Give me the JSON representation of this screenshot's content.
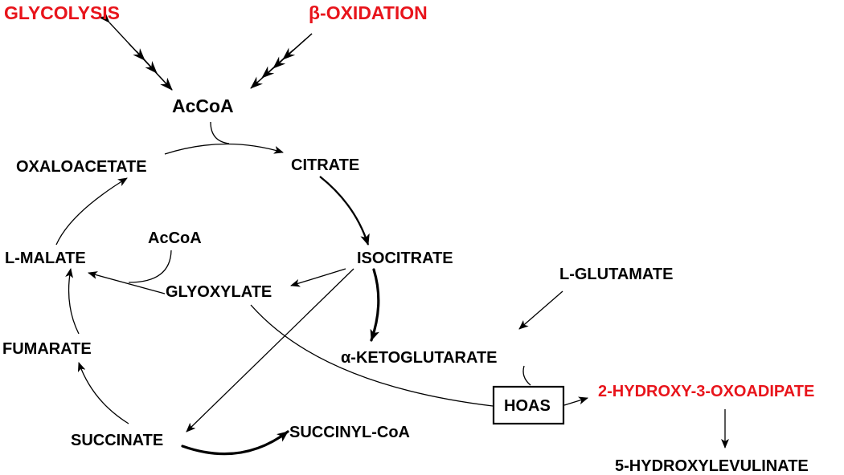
{
  "colors": {
    "text": "#000000",
    "highlight": "#e8141b",
    "background": "#ffffff"
  },
  "labels": {
    "glycolysis": "GLYCOLYSIS",
    "beta_oxidation": "β-OXIDATION",
    "accoa_top": "AcCoA",
    "oxaloacetate": "OXALOACETATE",
    "citrate": "CITRATE",
    "accoa_mid": "AcCoA",
    "l_malate": "L-MALATE",
    "isocitrate": "ISOCITRATE",
    "glyoxylate": "GLYOXYLATE",
    "l_glutamate": "L-GLUTAMATE",
    "fumarate": "FUMARATE",
    "alpha_ketoglutarate": "α-KETOGLUTARATE",
    "hoas": "HOAS",
    "hydroxy_oxoadipate": "2-HYDROXY-3-OXOADIPATE",
    "succinate": "SUCCINATE",
    "succinyl_coa": "SUCCINYL-CoA",
    "hydroxylevulinate": "5-HYDROXYLEVULINATE"
  }
}
